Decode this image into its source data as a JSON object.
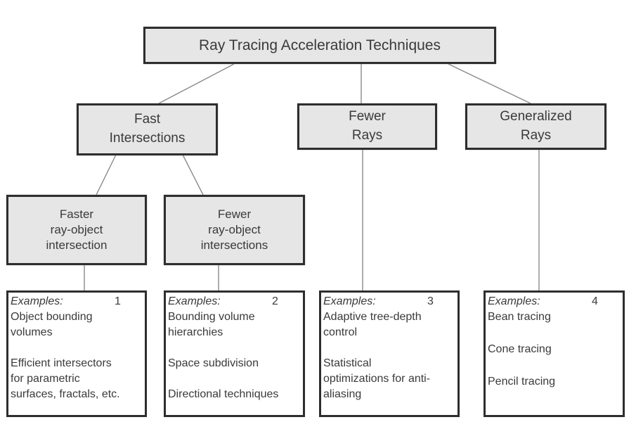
{
  "diagram": {
    "root": {
      "label": "Ray Tracing Acceleration Techniques"
    },
    "categories": [
      {
        "id": "fast-intersections",
        "lines": [
          "Fast",
          "Intersections"
        ]
      },
      {
        "id": "fewer-rays",
        "lines": [
          "Fewer",
          "Rays"
        ]
      },
      {
        "id": "generalized-rays",
        "lines": [
          "Generalized",
          "Rays"
        ]
      }
    ],
    "subcategories": [
      {
        "id": "faster-ray-object",
        "parent": "fast-intersections",
        "lines": [
          "Faster",
          "ray-object",
          "intersection"
        ]
      },
      {
        "id": "fewer-ray-object",
        "parent": "fast-intersections",
        "lines": [
          "Fewer",
          "ray-object",
          "intersections"
        ]
      }
    ],
    "examples": [
      {
        "label": "Examples:",
        "number": "1",
        "groups": [
          [
            "Object bounding",
            "volumes"
          ],
          [
            "Efficient intersectors",
            "for parametric",
            "surfaces, fractals, etc."
          ]
        ]
      },
      {
        "label": "Examples:",
        "number": "2",
        "groups": [
          [
            "Bounding volume",
            "hierarchies"
          ],
          [
            "Space subdivision"
          ],
          [
            "Directional techniques"
          ]
        ]
      },
      {
        "label": "Examples:",
        "number": "3",
        "groups": [
          [
            "Adaptive tree-depth",
            "control"
          ],
          [
            "Statistical",
            "optimizations for anti-",
            "aliasing"
          ]
        ]
      },
      {
        "label": "Examples:",
        "number": "4",
        "groups": [
          [
            "Bean tracing"
          ],
          [
            "Cone tracing"
          ],
          [
            "Pencil tracing"
          ]
        ]
      }
    ]
  },
  "colors": {
    "box_fill": "#e6e6e6",
    "border": "#2e2e2e",
    "connector": "#8a8a8a",
    "text": "#3a3a3a"
  }
}
